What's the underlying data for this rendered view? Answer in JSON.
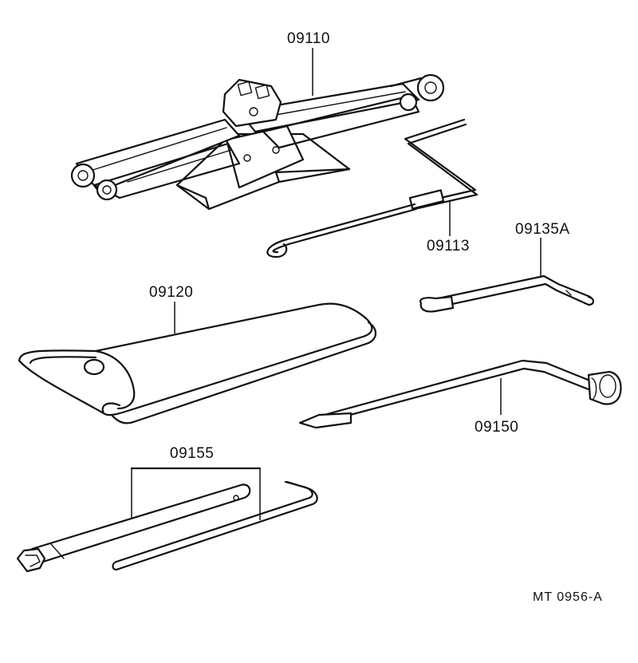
{
  "diagram": {
    "parts": [
      {
        "id": "jack",
        "label": "09110"
      },
      {
        "id": "jack-handle",
        "label": "09113"
      },
      {
        "id": "wrench",
        "label": "09135A"
      },
      {
        "id": "tool-bag",
        "label": "09120"
      },
      {
        "id": "lug-wrench",
        "label": "09150"
      },
      {
        "id": "plug-wrench-set",
        "label": "09155"
      }
    ],
    "reference_code": "MT  0956-A"
  }
}
